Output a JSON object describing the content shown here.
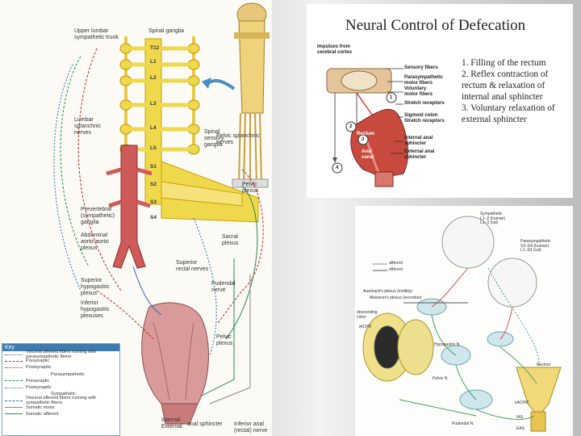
{
  "left": {
    "labels": {
      "upper_lumbar": "Upper lumbar\nsympathetic trunk",
      "spinal_ganglia": "Spinal ganglia",
      "lumbar_splanchnic": "Lumbar\nsplanchnic\nnerves",
      "spinal_sensory_ganglia": "Spinal\nsensory\nganglia",
      "pelvic_splanchnic": "Pelvic splanchnic\nnerves",
      "pelvic_plexus": "Pelvic\nplexus",
      "prevertebral": "Prevertebral\n(sympathetic)\nganglia",
      "abdominal_aortic": "Abdominal\naorto-aortic\nplexus",
      "sacral_plexus": "Sacral\nplexus",
      "superior_rectal": "Superior\nrectal nerves",
      "superior_hypogastric": "Superior\nhypogastric\nplexus",
      "inferior_hypogastric": "Inferior\nhypogastric\nplexuses",
      "pudendal": "Pudendal\nnerve",
      "pelvic_plexus_2": "Pelvic\nplexus",
      "internal_sphincter": "Internal\nExternal",
      "anal_sphincter": "anal sphincter",
      "inferior_anal": "Inferior anal\n(rectal) nerve"
    },
    "segments": [
      "T12",
      "L1",
      "L2",
      "L3",
      "L4",
      "L5",
      "S1",
      "S2",
      "S3",
      "S4"
    ],
    "key": {
      "title": "Key",
      "rows": [
        {
          "text": "Visceral afferent fibers running with parasympathetic fibers",
          "color": "#2a6bb5",
          "style": "dotted"
        },
        {
          "text": "Presynaptic",
          "color": "#cc2222",
          "style": "dashed"
        },
        {
          "text": "Postsynaptic",
          "color": "#cc2222",
          "style": "dotted"
        },
        {
          "text": "Parasympathetic",
          "color": "#333333",
          "style": "text"
        },
        {
          "text": "Presynaptic",
          "color": "#2a8a4a",
          "style": "dashed"
        },
        {
          "text": "Postsynaptic",
          "color": "#2a8a4a",
          "style": "dotted"
        },
        {
          "text": "Sympathetic",
          "color": "#333333",
          "style": "text"
        },
        {
          "text": "Visceral afferent fibers running with sympathetic fibers",
          "color": "#2a6bb5",
          "style": "dashed"
        },
        {
          "text": "Somatic motor",
          "color": "#888888",
          "style": "solid"
        },
        {
          "text": "Somatic afferent",
          "color": "#2a8a4a",
          "style": "solid"
        }
      ]
    }
  },
  "top_right": {
    "title": "Neural Control of Defecation",
    "steps": [
      "1. Filling of the rectum",
      "2. Reflex contraction of rectum & relaxation of internal anal sphincter",
      "3. Voluntary relaxation of external sphincter"
    ],
    "labels": {
      "impulses": "Impulses from\ncerebral cortex",
      "sensory": "Sensory fibers",
      "parasympathetic": "Parasympathetic\nmotor fibers",
      "voluntary": "Voluntary\nmotor fibers",
      "stretch": "Stretch receptors",
      "sigmoid": "Sigmoid colon\nStretch receptors",
      "internal": "Internal anal\nsphincter",
      "external": "External anal\nsphincter",
      "rectum": "Rectum",
      "anal_canal": "Anal\ncanal"
    },
    "numbers": [
      "1",
      "2",
      "3",
      "4"
    ]
  },
  "bottom_right": {
    "labels": {
      "sympathetic": "Sympathetic\nL1–2 (human)\nL1–3 (cat)",
      "parasympathetic": "Parasympathetic\nS2–S4 (human)\nL1–S3 (cat)",
      "afferent": "afferent",
      "efferent": "efferent",
      "auerbach": "Auerbach's plexus (motility)",
      "meissner": "Meissner's plexus (secretion)",
      "descending": "descending\ncolon",
      "hypogastric": "Hypogastric N.",
      "pelvic": "Pelvic N.",
      "pudendal": "Pudendal N.",
      "rectum": "Rectum",
      "iachr": "iACHR",
      "eachr": "eACHR",
      "ias": "IAS",
      "eas": "EAS"
    }
  }
}
